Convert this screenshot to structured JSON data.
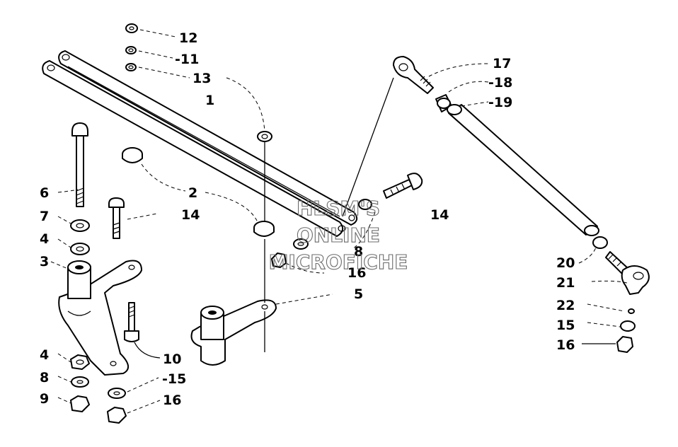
{
  "watermark": {
    "line1": "HLSM'S",
    "line2": "ONLINE",
    "line3": "MICROFICHE",
    "color": "#6b6b6b"
  },
  "callouts": {
    "c12": "12",
    "c11": "-11",
    "c13": "13",
    "c1": "1",
    "c2": "2",
    "c6": "6",
    "c7": "7",
    "c4a": "4",
    "c3": "3",
    "c14a": "14",
    "c14b": "14",
    "c8a": "8",
    "c16a": "16",
    "c5": "5",
    "c4b": "4",
    "c8b": "8",
    "c9": "9",
    "c10": "10",
    "c15a": "-15",
    "c16b": "16",
    "c17": "17",
    "c18": "-18",
    "c19": "-19",
    "c20": "20",
    "c21": "21",
    "c22": "22",
    "c15b": "15",
    "c16c": "16"
  }
}
